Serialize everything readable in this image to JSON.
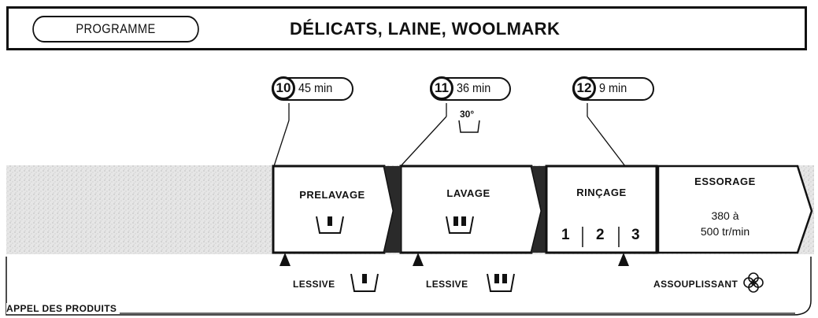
{
  "header": {
    "programme_label": "PROGRAMME",
    "programme_title": "DÉLICATS, LAINE, WOOLMARK"
  },
  "steps": [
    {
      "number": "10",
      "duration": "45 min"
    },
    {
      "number": "11",
      "duration": "36 min",
      "temperature": "30°"
    },
    {
      "number": "12",
      "duration": "9 min"
    }
  ],
  "stages": {
    "prelavage": "PRELAVAGE",
    "lavage": "LAVAGE",
    "rincage": "RINÇAGE",
    "rinse_numbers": [
      "1",
      "2",
      "3"
    ],
    "essorage": "ESSORAGE",
    "essorage_speed_line1": "380 à",
    "essorage_speed_line2": "500 tr/min"
  },
  "products": {
    "lessive_1": "LESSIVE",
    "lessive_2": "LESSIVE",
    "assouplissant": "ASSOUPLISSANT",
    "appel_label": "APPEL DES PRODUITS"
  },
  "icons": [
    "detergent-compartment-1-icon",
    "detergent-compartment-2-icon",
    "softener-flower-icon",
    "pointer-triangle-icon",
    "temperature-tub-icon"
  ]
}
